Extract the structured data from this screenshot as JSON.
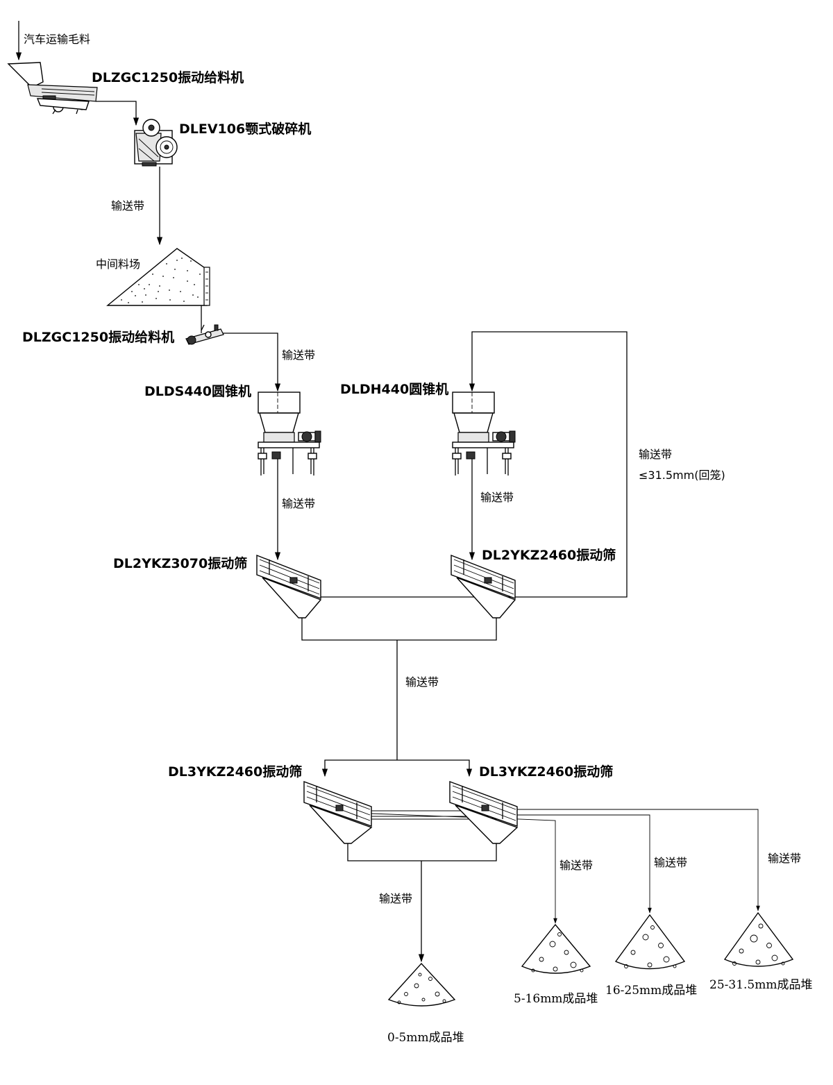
{
  "labels": {
    "truck_input": "汽车运输毛料",
    "feeder_1": "DLZGC1250振动给料机",
    "jaw_crusher": "DLEV106颚式破碎机",
    "intermediate_stockpile": "中间料场",
    "feeder_2": "DLZGC1250振动给料机",
    "cone_crusher_1": "DLDS440圆锥机",
    "cone_crusher_2": "DLDH440圆锥机",
    "screen_1": "DL2YKZ3070振动筛",
    "screen_2": "DL2YKZ2460振动筛",
    "screen_3": "DL3YKZ2460振动筛",
    "screen_4": "DL3YKZ2460振动筛",
    "return_size": "≤31.5mm(回笼)",
    "product_0_5": "0-5mm成品堆",
    "product_5_16": "5-16mm成品堆",
    "product_16_25": "16-25mm成品堆",
    "product_25_31": "25-31.5mm成品堆"
  },
  "conveyor_label": "输送带"
}
